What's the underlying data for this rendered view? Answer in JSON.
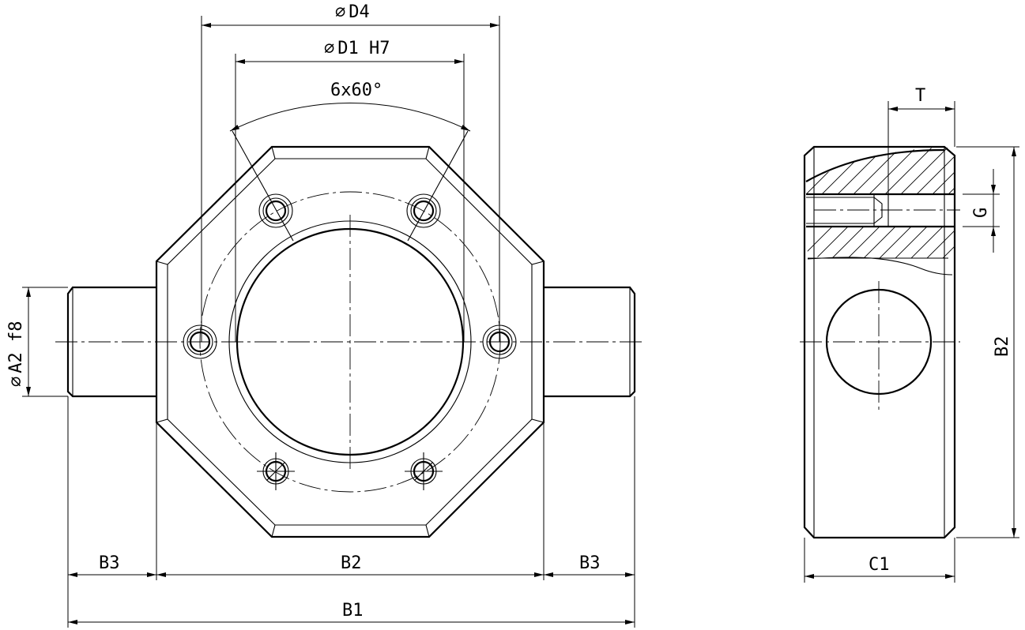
{
  "labels": {
    "d4": "D4",
    "d1": "D1 H7",
    "pitch": "6x60°",
    "a2": "A2 f8",
    "b3_left": "B3",
    "b2_front": "B2",
    "b3_right": "B3",
    "b1": "B1",
    "t": "T",
    "g": "G",
    "b2_side": "B2",
    "c1": "C1"
  },
  "symbols": {
    "diameter": "∅"
  }
}
